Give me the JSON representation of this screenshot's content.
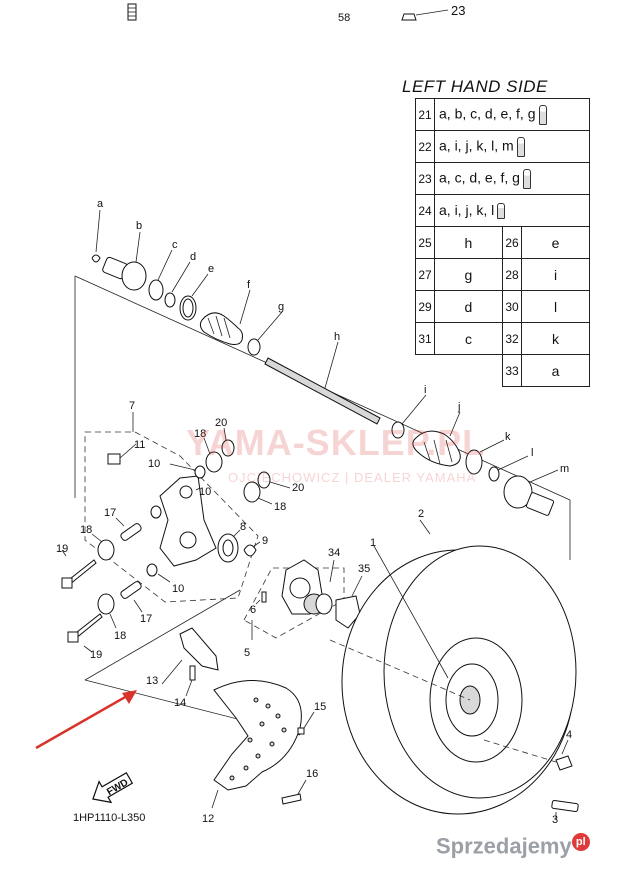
{
  "legend": {
    "title": "LEFT HAND SIDE",
    "code_rows": [
      {
        "num": "21",
        "codes": "a, b, c, d, e, f, g"
      },
      {
        "num": "22",
        "codes": "a, i, j, k, l, m"
      },
      {
        "num": "23",
        "codes": "a, c, d, e, f, g"
      },
      {
        "num": "24",
        "codes": "a, i, j, k, l"
      }
    ],
    "pair_rows": [
      {
        "n1": "25",
        "v1": "h",
        "n2": "26",
        "v2": "e"
      },
      {
        "n1": "27",
        "v1": "g",
        "n2": "28",
        "v2": "i"
      },
      {
        "n1": "29",
        "v1": "d",
        "n2": "30",
        "v2": "l"
      },
      {
        "n1": "31",
        "v1": "c",
        "n2": "32",
        "v2": "k"
      }
    ],
    "last_row": {
      "num": "33",
      "val": "a"
    }
  },
  "callouts": {
    "c1": "1",
    "c2": "2",
    "c3": "3",
    "c4": "4",
    "c5": "5",
    "c6": "6",
    "c7": "7",
    "c8": "8",
    "c9": "9",
    "c10a": "10",
    "c10b": "10",
    "c10c": "10",
    "c11": "11",
    "c12": "12",
    "c13": "13",
    "c14": "14",
    "c15": "15",
    "c16": "16",
    "c17a": "17",
    "c17b": "17",
    "c18a": "18",
    "c18b": "18",
    "c18c": "18",
    "c18d": "18",
    "c19a": "19",
    "c19b": "19",
    "c20a": "20",
    "c20b": "20",
    "c23": "23",
    "c34": "34",
    "c35": "35",
    "c58": "58",
    "la": "a",
    "lb": "b",
    "lc": "c",
    "ld": "d",
    "le": "e",
    "lf": "f",
    "lg": "g",
    "lh": "h",
    "li": "i",
    "lj": "j",
    "lk": "k",
    "ll": "l",
    "lm": "m"
  },
  "fwd_label": "FWD",
  "diagram_code": "1HP1110-L350",
  "watermark": {
    "main": "YAMA-SKLEP.PL",
    "sub": "OJCIECHOWICZ | DEALER YAMAHA"
  },
  "site_mark": {
    "text": "Sprzedajemy",
    "badge": "pl"
  },
  "colors": {
    "arrow": "#d9342b",
    "watermark": "#dc3c3c"
  }
}
